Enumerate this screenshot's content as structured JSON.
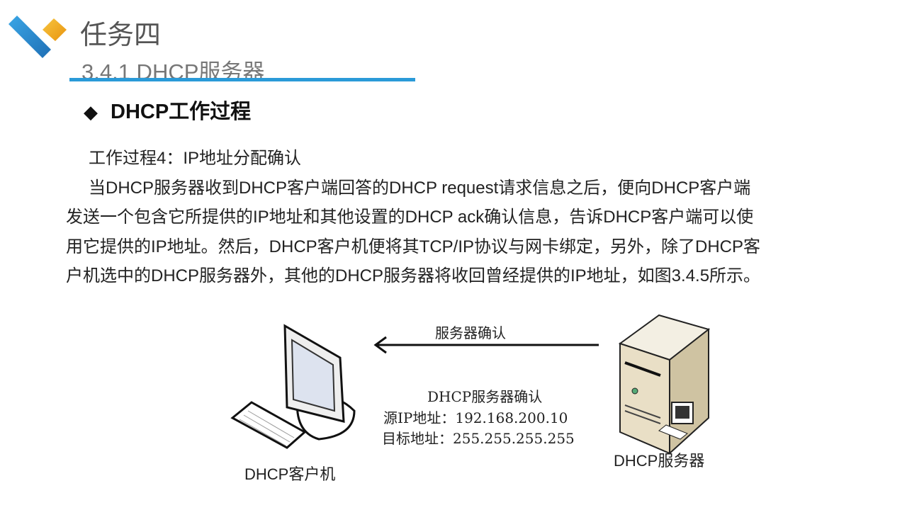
{
  "header": {
    "title": "任务四",
    "subtitle": "3.4.1 DHCP服务器",
    "accent_color": "#2a9ad8",
    "logo_colors": [
      "#2a8fd4",
      "#f2a81d"
    ]
  },
  "section": {
    "bullet": "◆",
    "heading": "DHCP工作过程"
  },
  "body": {
    "lines": [
      "工作过程4：IP地址分配确认",
      "当DHCP服务器收到DHCP客户端回答的DHCP request请求信息之后，便向DHCP客户端",
      "发送一个包含它所提供的IP地址和其他设置的DHCP ack确认信息，告诉DHCP客户端可以使",
      "用它提供的IP地址。然后，DHCP客户机便将其TCP/IP协议与网卡绑定，另外，除了DHCP客",
      "户机选中的DHCP服务器外，其他的DHCP服务器将收回曾经提供的IP地址，如图3.4.5所示。"
    ]
  },
  "diagram": {
    "arrow_label": "服务器确认",
    "packet_lines": [
      "DHCP服务器确认",
      "源IP地址：192.168.200.10",
      "目标地址：255.255.255.255"
    ],
    "client_label": "DHCP客户机",
    "server_label": "DHCP服务器"
  }
}
